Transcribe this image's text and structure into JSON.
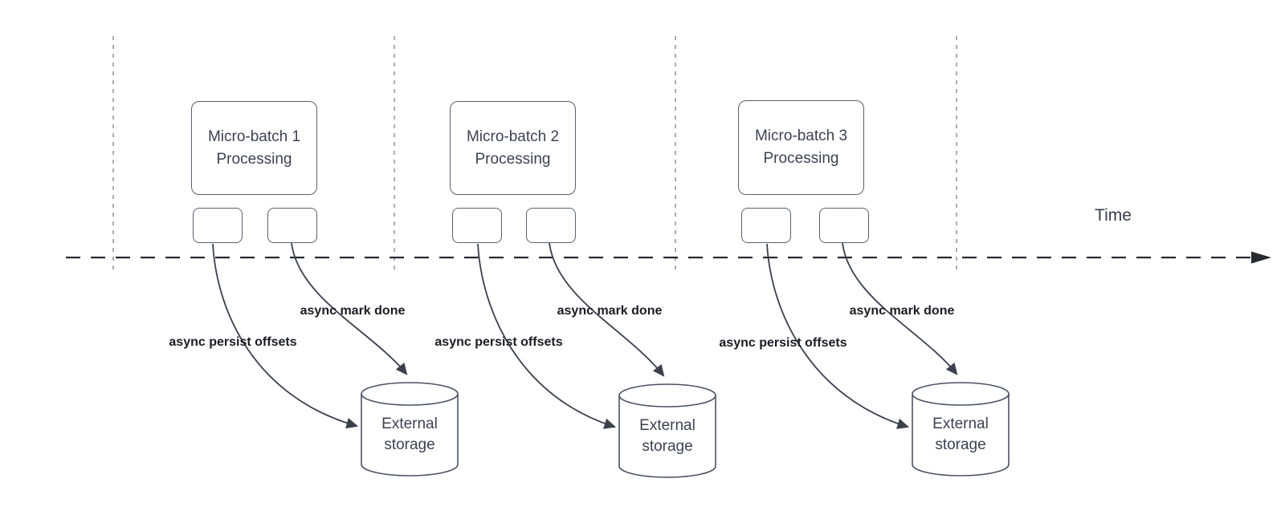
{
  "timeline": {
    "label": "Time"
  },
  "groups": [
    {
      "box_line1": "Micro-batch 1",
      "box_line2": "Processing",
      "persist_label": "async persist offsets",
      "mark_done_label": "async mark done",
      "storage_line1": "External",
      "storage_line2": "storage"
    },
    {
      "box_line1": "Micro-batch 2",
      "box_line2": "Processing",
      "persist_label": "async persist offsets",
      "mark_done_label": "async mark done",
      "storage_line1": "External",
      "storage_line2": "storage"
    },
    {
      "box_line1": "Micro-batch 3",
      "box_line2": "Processing",
      "persist_label": "async persist offsets",
      "mark_done_label": "async mark done",
      "storage_line1": "External",
      "storage_line2": "storage"
    }
  ],
  "colors": {
    "shape_stroke": "#586070",
    "arrow_stroke": "#3a404c",
    "timeline_stroke": "#262a31",
    "guide_line": "#a9adb3",
    "label_text": "#191c24",
    "shape_text": "#3b4252"
  }
}
